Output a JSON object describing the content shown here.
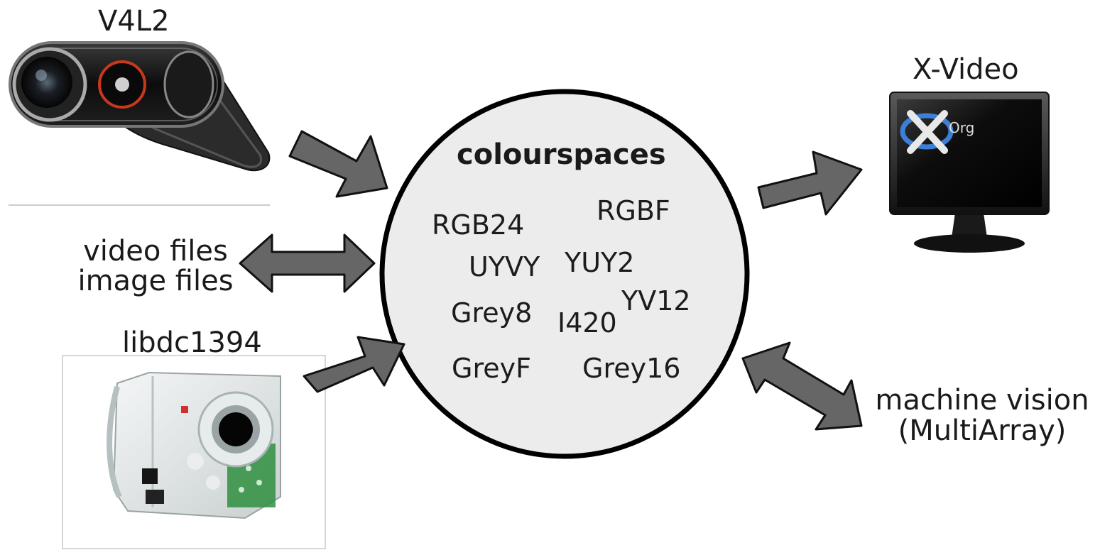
{
  "colors": {
    "arrow_fill": "#666666",
    "arrow_stroke": "#111111",
    "circle_fill": "#ececec",
    "circle_stroke": "#000000",
    "divider": "#cccccc",
    "text": "#1a1a1a"
  },
  "sources": {
    "v4l2": {
      "label": "V4L2",
      "icon": "webcam-icon"
    },
    "files": {
      "line1": "video files",
      "line2": "image files"
    },
    "libdc1394": {
      "label": "libdc1394",
      "icon": "firewire-camera-icon"
    }
  },
  "hub": {
    "title": "colourspaces",
    "colourspaces": [
      "RGB24",
      "RGBF",
      "UYVY",
      "YUY2",
      "YV12",
      "Grey8",
      "I420",
      "GreyF",
      "Grey16"
    ]
  },
  "sinks": {
    "xvideo": {
      "label": "X-Video",
      "icon": "monitor-xorg-icon",
      "logo_text": "Org"
    },
    "machine_vision": {
      "line1": "machine vision",
      "line2": "(MultiArray)"
    }
  }
}
